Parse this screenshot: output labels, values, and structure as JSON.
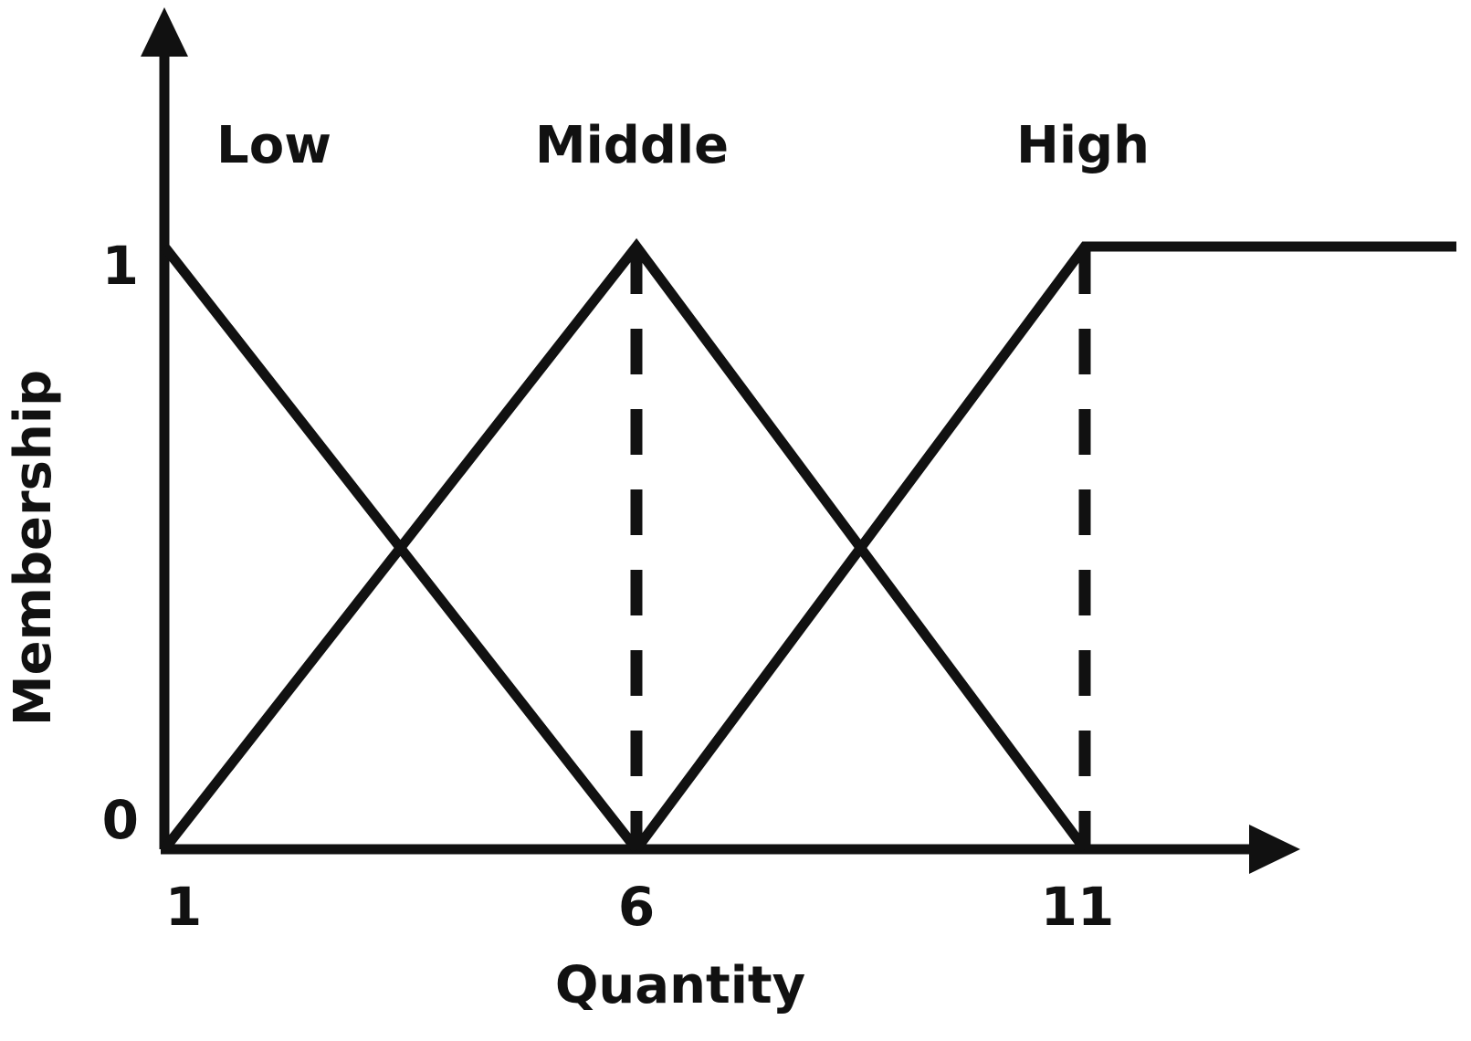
{
  "chart_data": {
    "type": "line",
    "title": "",
    "xlabel": "Quantity",
    "ylabel": "Membership",
    "xlim": [
      1,
      16
    ],
    "ylim": [
      0,
      1
    ],
    "xticks": [
      "1",
      "6",
      "11"
    ],
    "xtick_values": [
      1,
      6,
      11
    ],
    "yticks": [
      "0",
      "1"
    ],
    "ytick_values": [
      0,
      1
    ],
    "grid": false,
    "legend_position": "inline-above-curves",
    "annotations": [
      {
        "text": "Low",
        "x": 3.0,
        "y": 1.25
      },
      {
        "text": "Middle",
        "x": 8.0,
        "y": 1.25
      },
      {
        "text": "High",
        "x": 12.4,
        "y": 1.25
      }
    ],
    "series": [
      {
        "name": "Low",
        "style": "solid",
        "x": [
          1,
          6
        ],
        "y": [
          1,
          0
        ]
      },
      {
        "name": "Middle",
        "style": "solid",
        "x": [
          1,
          6,
          11
        ],
        "y": [
          0,
          1,
          0
        ]
      },
      {
        "name": "High",
        "style": "solid",
        "x": [
          6,
          11,
          16
        ],
        "y": [
          0,
          1,
          1
        ]
      }
    ],
    "guide_lines": [
      {
        "name": "middle-peak-guide",
        "x": 6,
        "y_from": 0,
        "y_to": 1,
        "style": "dashed"
      },
      {
        "name": "high-peak-guide",
        "x": 11,
        "y_from": 0,
        "y_to": 1,
        "style": "dashed"
      }
    ],
    "crossings": [
      {
        "between": [
          "Low",
          "Middle"
        ],
        "x": 3.5,
        "y": 0.5
      },
      {
        "between": [
          "Middle",
          "High"
        ],
        "x": 8.5,
        "y": 0.5
      }
    ]
  },
  "labels": {
    "low": "Low",
    "middle": "Middle",
    "high": "High",
    "y_axis_title": "Membership",
    "x_axis_title": "Quantity",
    "y_tick_one": "1",
    "y_tick_zero": "0",
    "x_tick_one": "1",
    "x_tick_six": "6",
    "x_tick_eleven": "11"
  },
  "colors": {
    "stroke": "#111111",
    "background": "#ffffff"
  }
}
